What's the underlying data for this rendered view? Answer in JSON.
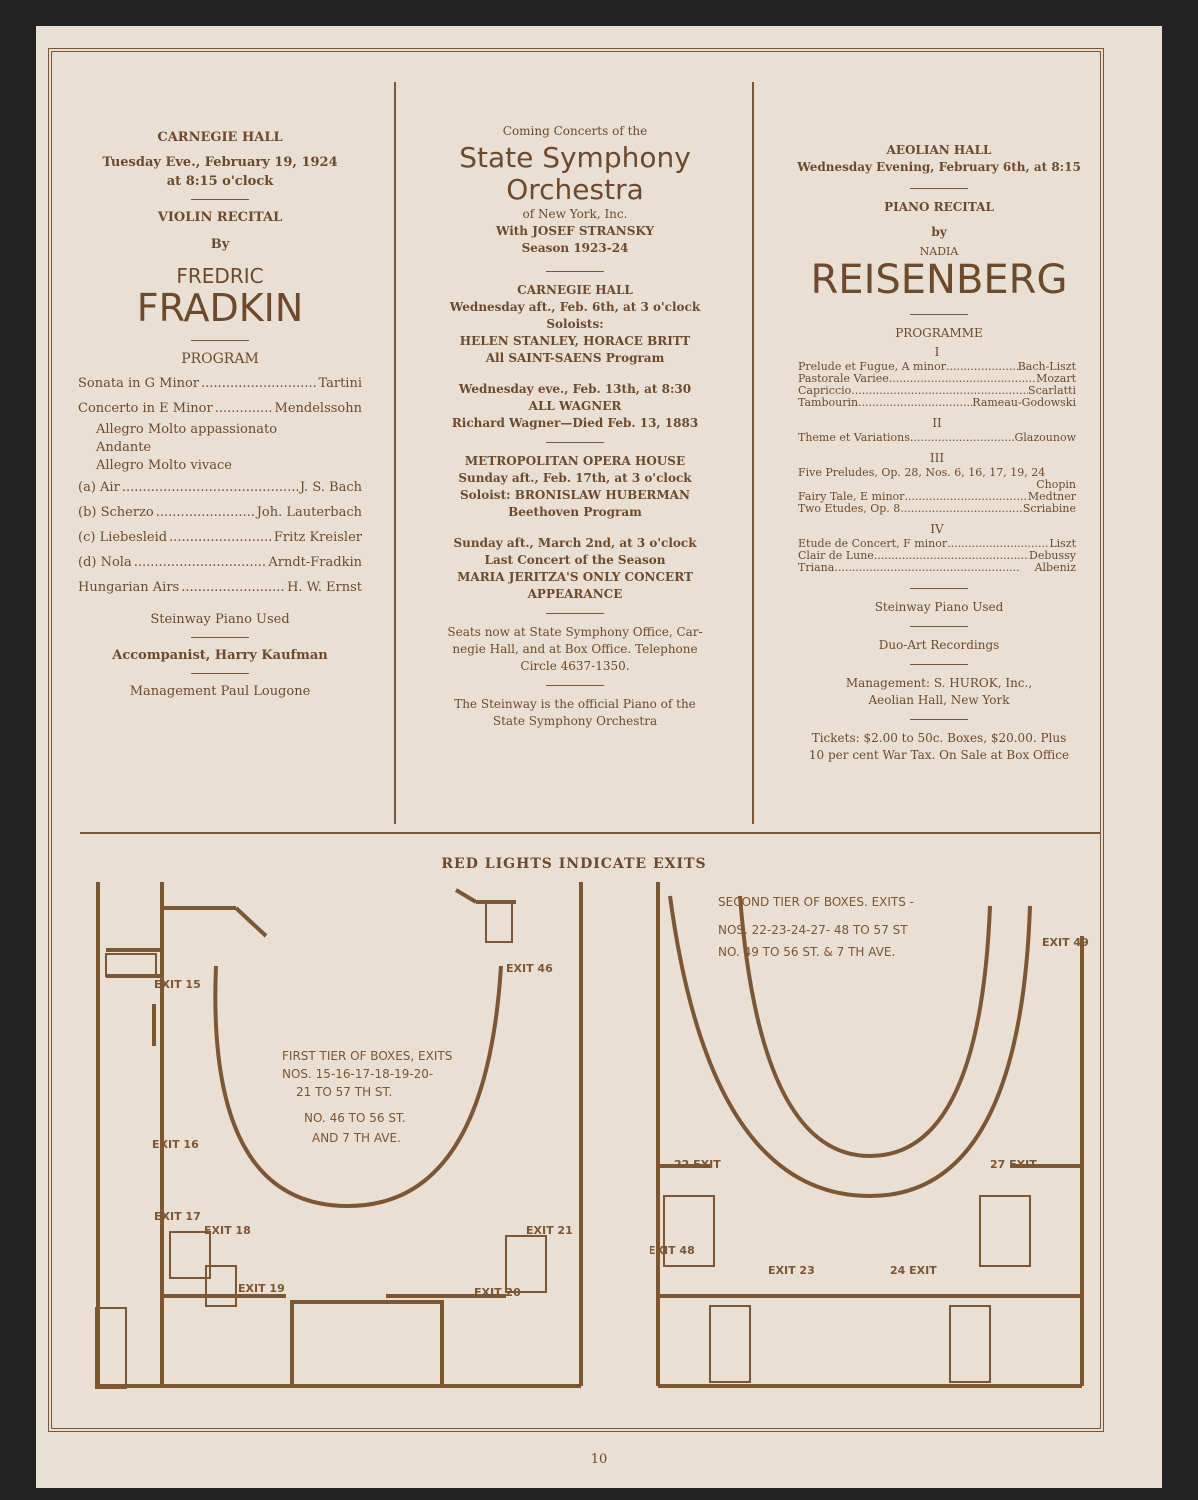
{
  "col1": {
    "venue": "CARNEGIE HALL",
    "date": "Tuesday Eve., February 19, 1924",
    "time": "at 8:15 o'clock",
    "type": "VIOLIN RECITAL",
    "by": "By",
    "first_name": "FREDRIC",
    "last_name": "FRADKIN",
    "program_heading": "PROGRAM",
    "items": [
      {
        "prefix": "",
        "work": "Sonata in G Minor",
        "composer": "Tartini"
      },
      {
        "prefix": "",
        "work": "Concerto in E Minor",
        "composer": "Mendelssohn"
      }
    ],
    "movements": [
      "Allegro Molto appassionato",
      "Andante",
      "Allegro Molto vivace"
    ],
    "items2": [
      {
        "prefix": "(a)",
        "work": "Air",
        "composer": "J. S. Bach"
      },
      {
        "prefix": "(b)",
        "work": "Scherzo",
        "composer": "Joh. Lauterbach"
      },
      {
        "prefix": "(c)",
        "work": "Liebesleid",
        "composer": "Fritz Kreisler"
      },
      {
        "prefix": "(d)",
        "work": "Nola",
        "composer": "Arndt-Fradkin"
      },
      {
        "prefix": "",
        "work": "Hungarian Airs",
        "composer": "H. W. Ernst"
      }
    ],
    "piano": "Steinway Piano Used",
    "accompanist": "Accompanist, Harry Kaufman",
    "management": "Management Paul Lougone"
  },
  "col2": {
    "coming": "Coming Concerts of the",
    "title1": "State Symphony",
    "title2": "Orchestra",
    "of": "of New York, Inc.",
    "with": "With JOSEF STRANSKY",
    "season": "Season 1923-24",
    "venue1": "CARNEGIE HALL",
    "c1_date": "Wednesday aft., Feb. 6th, at 3 o'clock",
    "c1_soloists_label": "Soloists:",
    "c1_soloists": "HELEN STANLEY, HORACE BRITT",
    "c1_program": "All SAINT-SAENS Program",
    "c2_date": "Wednesday eve., Feb. 13th, at 8:30",
    "c2_program": "ALL WAGNER",
    "c2_note": "Richard Wagner—Died Feb. 13, 1883",
    "venue2": "METROPOLITAN OPERA HOUSE",
    "c3_date": "Sunday aft., Feb. 17th, at 3 o'clock",
    "c3_soloist": "Soloist: BRONISLAW HUBERMAN",
    "c3_program": "Beethoven Program",
    "c4_date": "Sunday aft., March 2nd, at 3 o'clock",
    "c4_note": "Last Concert of the Season",
    "c4_line1": "MARIA JERITZA'S ONLY CONCERT",
    "c4_line2": "APPEARANCE",
    "seats1": "Seats now at State Symphony Office, Car-",
    "seats2": "negie Hall, and at Box Office.   Telephone",
    "seats3": "Circle 4637-1350.",
    "steinway1": "The Steinway is the official Piano of the",
    "steinway2": "State Symphony Orchestra"
  },
  "col3": {
    "venue": "AEOLIAN HALL",
    "date": "Wednesday Evening, February 6th, at 8:15",
    "type": "PIANO RECITAL",
    "by": "by",
    "first_name": "NADIA",
    "last_name": "REISENBERG",
    "programme": "PROGRAMME",
    "section1": "I",
    "s1": [
      {
        "work": "Prelude et Fugue, A minor",
        "composer": "Bach-Liszt"
      },
      {
        "work": "Pastorale Variee",
        "composer": "Mozart"
      },
      {
        "work": "Capriccio",
        "composer": "Scarlatti"
      },
      {
        "work": "Tambourin",
        "composer": "Rameau-Godowski"
      }
    ],
    "section2": "II",
    "s2": [
      {
        "work": "Theme et Variations",
        "composer": "Glazounow"
      }
    ],
    "section3": "III",
    "s3_line1": "Five Preludes, Op. 28, Nos. 6, 16, 17, 19, 24",
    "s3_line1_composer": "Chopin",
    "s3": [
      {
        "work": "Fairy Tale, E minor",
        "composer": "Medtner"
      },
      {
        "work": "Two Etudes, Op. 8",
        "composer": "Scriabine"
      }
    ],
    "section4": "IV",
    "s4": [
      {
        "work": "Etude de Concert, F minor",
        "composer": "Liszt"
      },
      {
        "work": "Clair de Lune",
        "composer": "Debussy"
      },
      {
        "work": "Triana",
        "composer": "Albeniz"
      }
    ],
    "piano": "Steinway Piano Used",
    "recordings": "Duo-Art Recordings",
    "management1": "Management: S. HUROK, Inc.,",
    "management2": "Aeolian Hall, New York",
    "tickets1": "Tickets: $2.00 to 50c.   Boxes, $20.00.   Plus",
    "tickets2": "10 per cent War Tax.  On Sale at Box Office"
  },
  "plans": {
    "heading": "RED LIGHTS INDICATE EXITS",
    "first_tier": {
      "line1": "FIRST TIER OF BOXES, EXITS",
      "line2": "NOS. 15-16-17-18-19-20-",
      "line3": "21 TO 57 TH ST.",
      "line4": "NO. 46 TO 56 ST.",
      "line5": "AND 7 TH AVE.",
      "exits": [
        "EXIT 15",
        "EXIT 46",
        "EXIT 16",
        "EXIT 17",
        "EXIT 18",
        "EXIT 19",
        "EXIT 21",
        "EXIT 20"
      ]
    },
    "second_tier": {
      "line1": "SECOND TIER OF BOXES. EXITS -",
      "line2": "NOS. 22-23-24-27- 48 TO 57 ST",
      "line3": "NO. 49 TO 56 ST. & 7 TH AVE.",
      "exits": [
        "EXIT 49",
        "22 EXIT",
        "27 EXIT",
        "EXIT 48",
        "EXIT 23",
        "24 EXIT"
      ]
    }
  },
  "page_number": "10"
}
